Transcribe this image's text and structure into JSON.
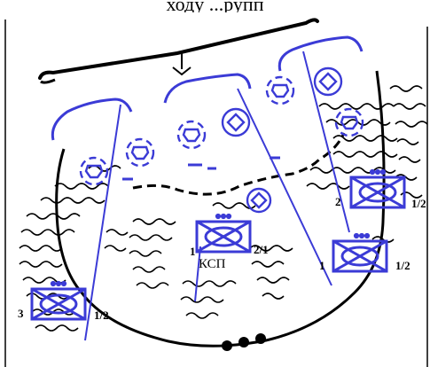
{
  "header": {
    "cut_text": "ходу ...рупп"
  },
  "labels": {
    "unit_3": "3",
    "unit_3_fraction": "1/2",
    "center_unit": "1",
    "center_fraction": "2/1",
    "ksp": "КСП",
    "unit_1": "1",
    "unit_1_fraction": "1/2",
    "unit_2": "2",
    "unit_2_fraction": "1/2"
  },
  "colors": {
    "ink": "#000000",
    "unit_blue": "#3b3bd6",
    "paper": "#ffffff"
  }
}
